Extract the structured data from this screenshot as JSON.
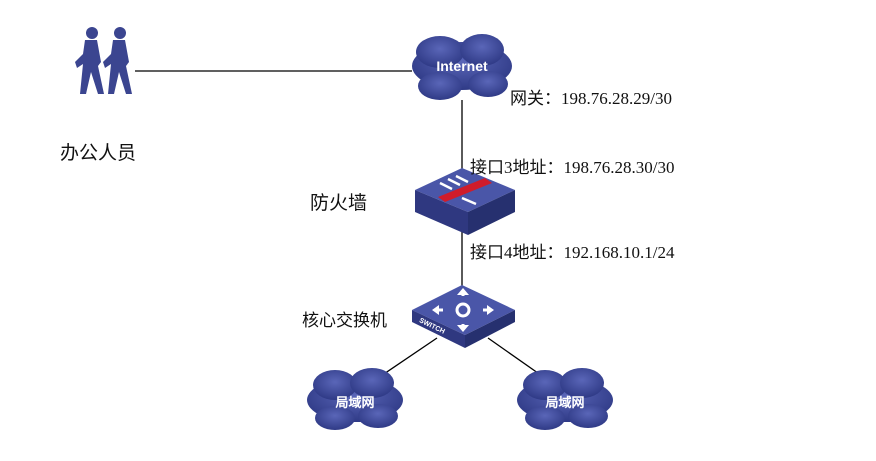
{
  "nodes": {
    "staff": "办公人员",
    "internet": "Internet",
    "firewall": "防火墙",
    "core_switch": "核心交换机",
    "switch_badge": "SWITCH",
    "lan_left": "局域网",
    "lan_right": "局域网"
  },
  "labels": {
    "gateway": "网关：198.76.28.29/30",
    "port3": "接口3地址：198.76.28.30/30",
    "port4": "接口4地址：192.168.10.1/24"
  },
  "colors": {
    "device": "#3f4a9a",
    "link": "#000000",
    "firewall_bar": "#d01c2a"
  }
}
